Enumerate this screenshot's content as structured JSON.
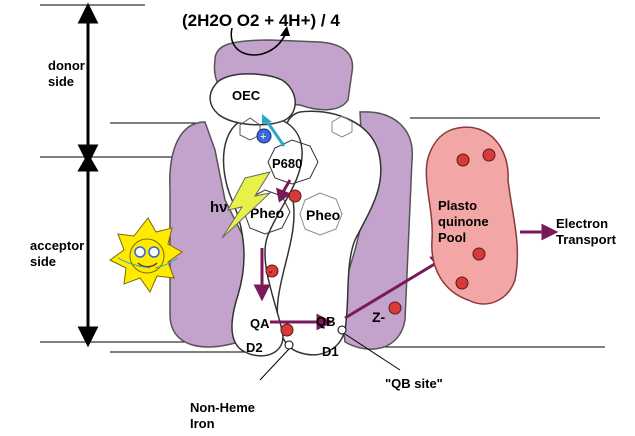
{
  "colors": {
    "protein_fill": "#c3a3cc",
    "protein_stroke": "#555555",
    "plastoquinone_pool": "#f3a6a6",
    "electron": "#d83a3a",
    "transfer_arrow": "#7a1a5a",
    "hole": "#3a6ad8",
    "sun": "#ffea00",
    "lightning": "#e8f04a"
  },
  "labels": {
    "water_reaction": "(2H2O   O2 + 4H+) / 4",
    "donor_side": "donor side",
    "acceptor_side": "acceptor side",
    "oec": "OEC",
    "p680": "P680",
    "hv": "hν",
    "pheo_a": "Pheo",
    "pheo_b": "Pheo",
    "qa": "QA",
    "qb": "QB",
    "d1": "D1",
    "d2": "D2",
    "z_electron": "Z-",
    "plastoquinone_pool": "Plasto quinone Pool",
    "electron_transport": "Electron Transport",
    "qb_site": "\"QB site\"",
    "non_heme_iron": "Non-Heme Iron"
  },
  "icons": {
    "sun": "smiling-sun-icon",
    "lightning": "lightning-bolt-icon",
    "electron": "electron-minus-icon",
    "hole": "hole-plus-icon"
  }
}
